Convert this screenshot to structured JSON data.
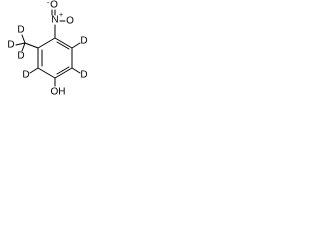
{
  "molecule": {
    "nitro_n": "N",
    "nitro_n_charge": "+",
    "nitro_o_top": "O",
    "nitro_o_top_charge": "-",
    "nitro_o_right": "O",
    "ring_d_upper_right": "D",
    "ring_d_lower_right": "D",
    "ring_d_lower_left": "D",
    "methyl_d_top": "D",
    "methyl_d_left": "D",
    "methyl_d_bottom": "D",
    "hydroxyl": "OH"
  }
}
